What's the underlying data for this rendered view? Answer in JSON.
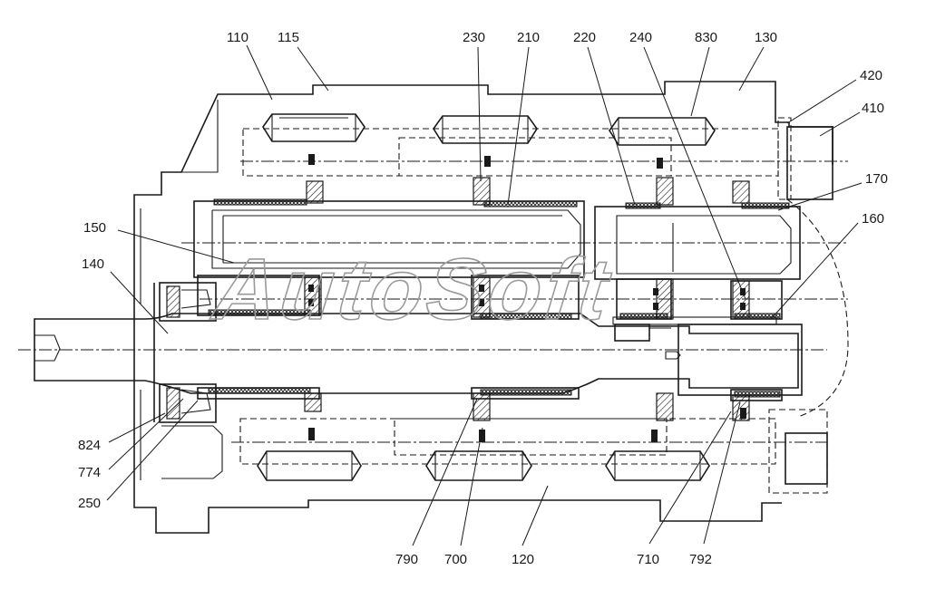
{
  "diagram": {
    "callouts": {
      "c110": "110",
      "c115": "115",
      "c230": "230",
      "c210": "210",
      "c220": "220",
      "c240": "240",
      "c830": "830",
      "c130": "130",
      "c420": "420",
      "c410": "410",
      "c170": "170",
      "c160": "160",
      "c150": "150",
      "c140": "140",
      "c824": "824",
      "c774": "774",
      "c250": "250",
      "c790": "790",
      "c700": "700",
      "c120": "120",
      "c710": "710",
      "c792": "792"
    },
    "watermark": "AutoSoft"
  }
}
